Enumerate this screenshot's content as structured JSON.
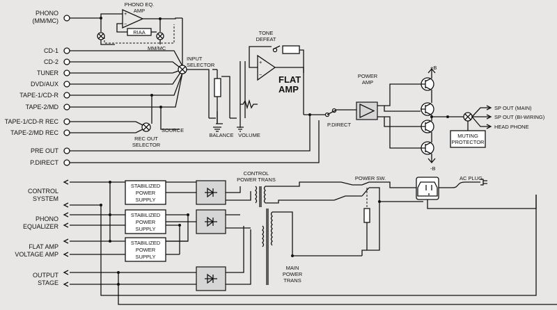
{
  "inputs": {
    "phono": [
      "PHONO",
      "(MM/MC)"
    ],
    "cd1": "CD-1",
    "cd2": "CD-2",
    "tuner": "TUNER",
    "dvd": "DVD/AUX",
    "tape1": "TAPE-1/CD-R",
    "tape2": "TAPE-2/MD",
    "tape1_rec": "TAPE-1/CD-R REC",
    "tape2_rec": "TAPE-2/MD REC",
    "pre_out": "PRE OUT",
    "p_direct": "P.DIRECT"
  },
  "phono_block": {
    "amp_label": [
      "PHONO EQ.",
      "AMP"
    ],
    "riaa": "RIAA",
    "mm_mc": "MM/MC"
  },
  "input_selector": [
    "INPUT",
    "SELECTOR"
  ],
  "rec_out_selector": [
    "REC OUT",
    "SELECTOR"
  ],
  "source": "SOURCE",
  "balance": "BALANCE",
  "volume": "VOLUME",
  "tone_defeat": [
    "TONE",
    "DEFEAT"
  ],
  "flat_amp": [
    "FLAT",
    "AMP"
  ],
  "p_direct_switch": "P.DIRECT",
  "power_amp": [
    "POWER",
    "AMP"
  ],
  "plus_b": "+B",
  "minus_b": "-B",
  "outputs": {
    "sp_main": "SP OUT (MAIN)",
    "sp_bi": "SP OUT (BI-WIRING)",
    "headphone": "HEAD PHONE",
    "muting": [
      "MUTING",
      "PROTECTOR"
    ]
  },
  "power": {
    "control_system": [
      "CONTROL",
      "SYSTEM"
    ],
    "phono_equalizer": [
      "PHONO",
      "EQUALIZER"
    ],
    "flat_amp_voltage": [
      "FLAT AMP",
      "VOLTAGE AMP"
    ],
    "output_stage": [
      "OUTPUT",
      "STAGE"
    ],
    "stabilized": [
      "STABILIZED",
      "POWER",
      "SUPPLY"
    ],
    "control_trans": [
      "CONTROL",
      "POWER TRANS"
    ],
    "main_trans": [
      "MAIN",
      "POWER",
      "TRANS"
    ],
    "power_sw": "POWER SW.",
    "ac_plug": "AC PLUG"
  }
}
